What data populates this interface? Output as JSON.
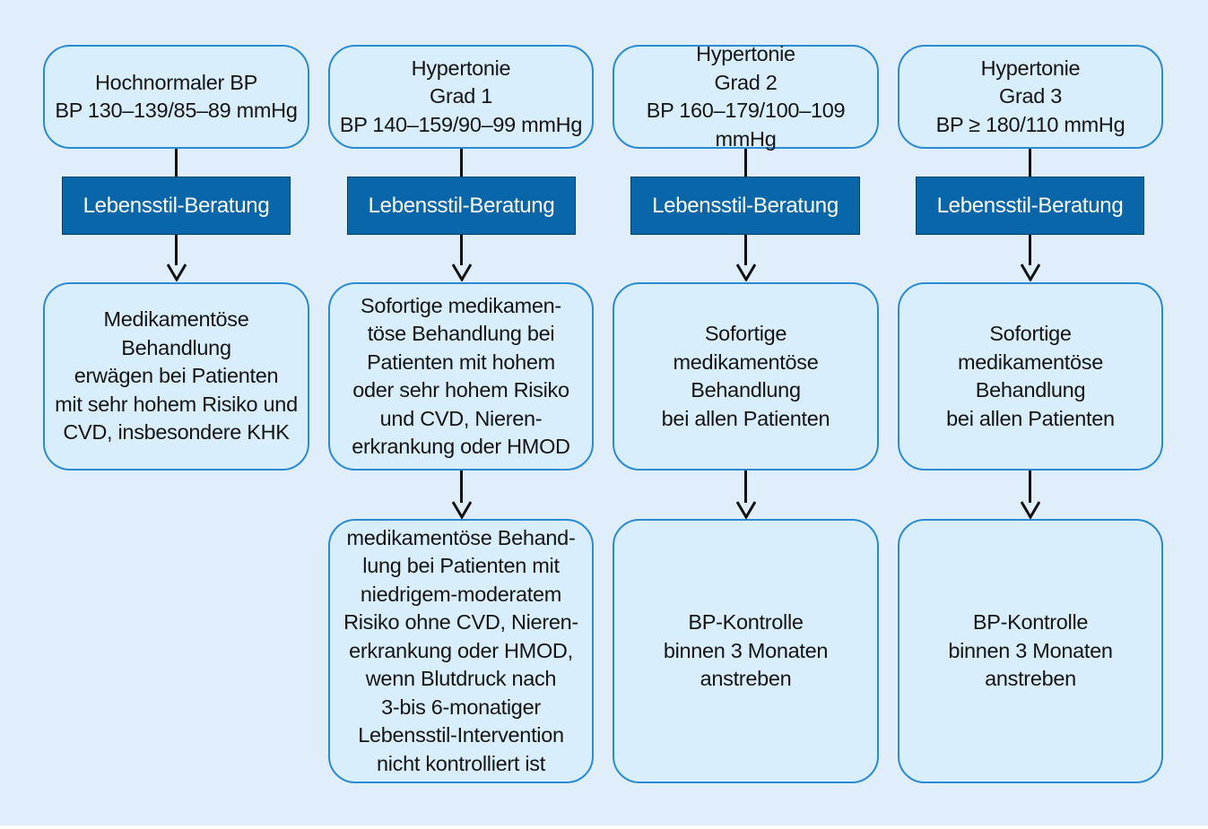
{
  "columns": [
    {
      "header": "Hochnormaler BP\nBP 130–139/85–89 mmHg",
      "advice": "Lebensstil-Beratung",
      "treatment": "Medikamentöse\nBehandlung\nerwägen bei Patienten\nmit sehr hohem Risiko und\nCVD, insbesondere KHK",
      "followup": null
    },
    {
      "header": "Hypertonie\nGrad 1\nBP 140–159/90–99 mmHg",
      "advice": "Lebensstil-Beratung",
      "treatment": "Sofortige medikamen-\ntöse Behandlung bei\nPatienten mit hohem\noder sehr hohem Risiko\nund CVD, Nieren-\nerkrankung oder HMOD",
      "followup": "medikamentöse Behand-\nlung bei Patienten mit\nniedrigem-moderatem\nRisiko ohne CVD, Nieren-\nerkrankung oder HMOD,\nwenn Blutdruck nach\n3-bis 6-monatiger\nLebensstil-Intervention\nnicht kontrolliert ist"
    },
    {
      "header": "Hypertonie\nGrad 2\nBP 160–179/100–109 mmHg",
      "advice": "Lebensstil-Beratung",
      "treatment": "Sofortige\nmedikamentöse\nBehandlung\nbei allen Patienten",
      "followup": "BP-Kontrolle\nbinnen 3 Monaten\nanstreben"
    },
    {
      "header": "Hypertonie\nGrad 3\nBP ≥ 180/110 mmHg",
      "advice": "Lebensstil-Beratung",
      "treatment": "Sofortige\nmedikamentöse\nBehandlung\nbei allen Patienten",
      "followup": "BP-Kontrolle\nbinnen 3 Monaten\nanstreben"
    }
  ],
  "colors": {
    "background": "#dfeefa",
    "box_fill": "#d9eefc",
    "box_border": "#2a8ad3",
    "advice_fill": "#0866a9",
    "connector": "#111111"
  }
}
